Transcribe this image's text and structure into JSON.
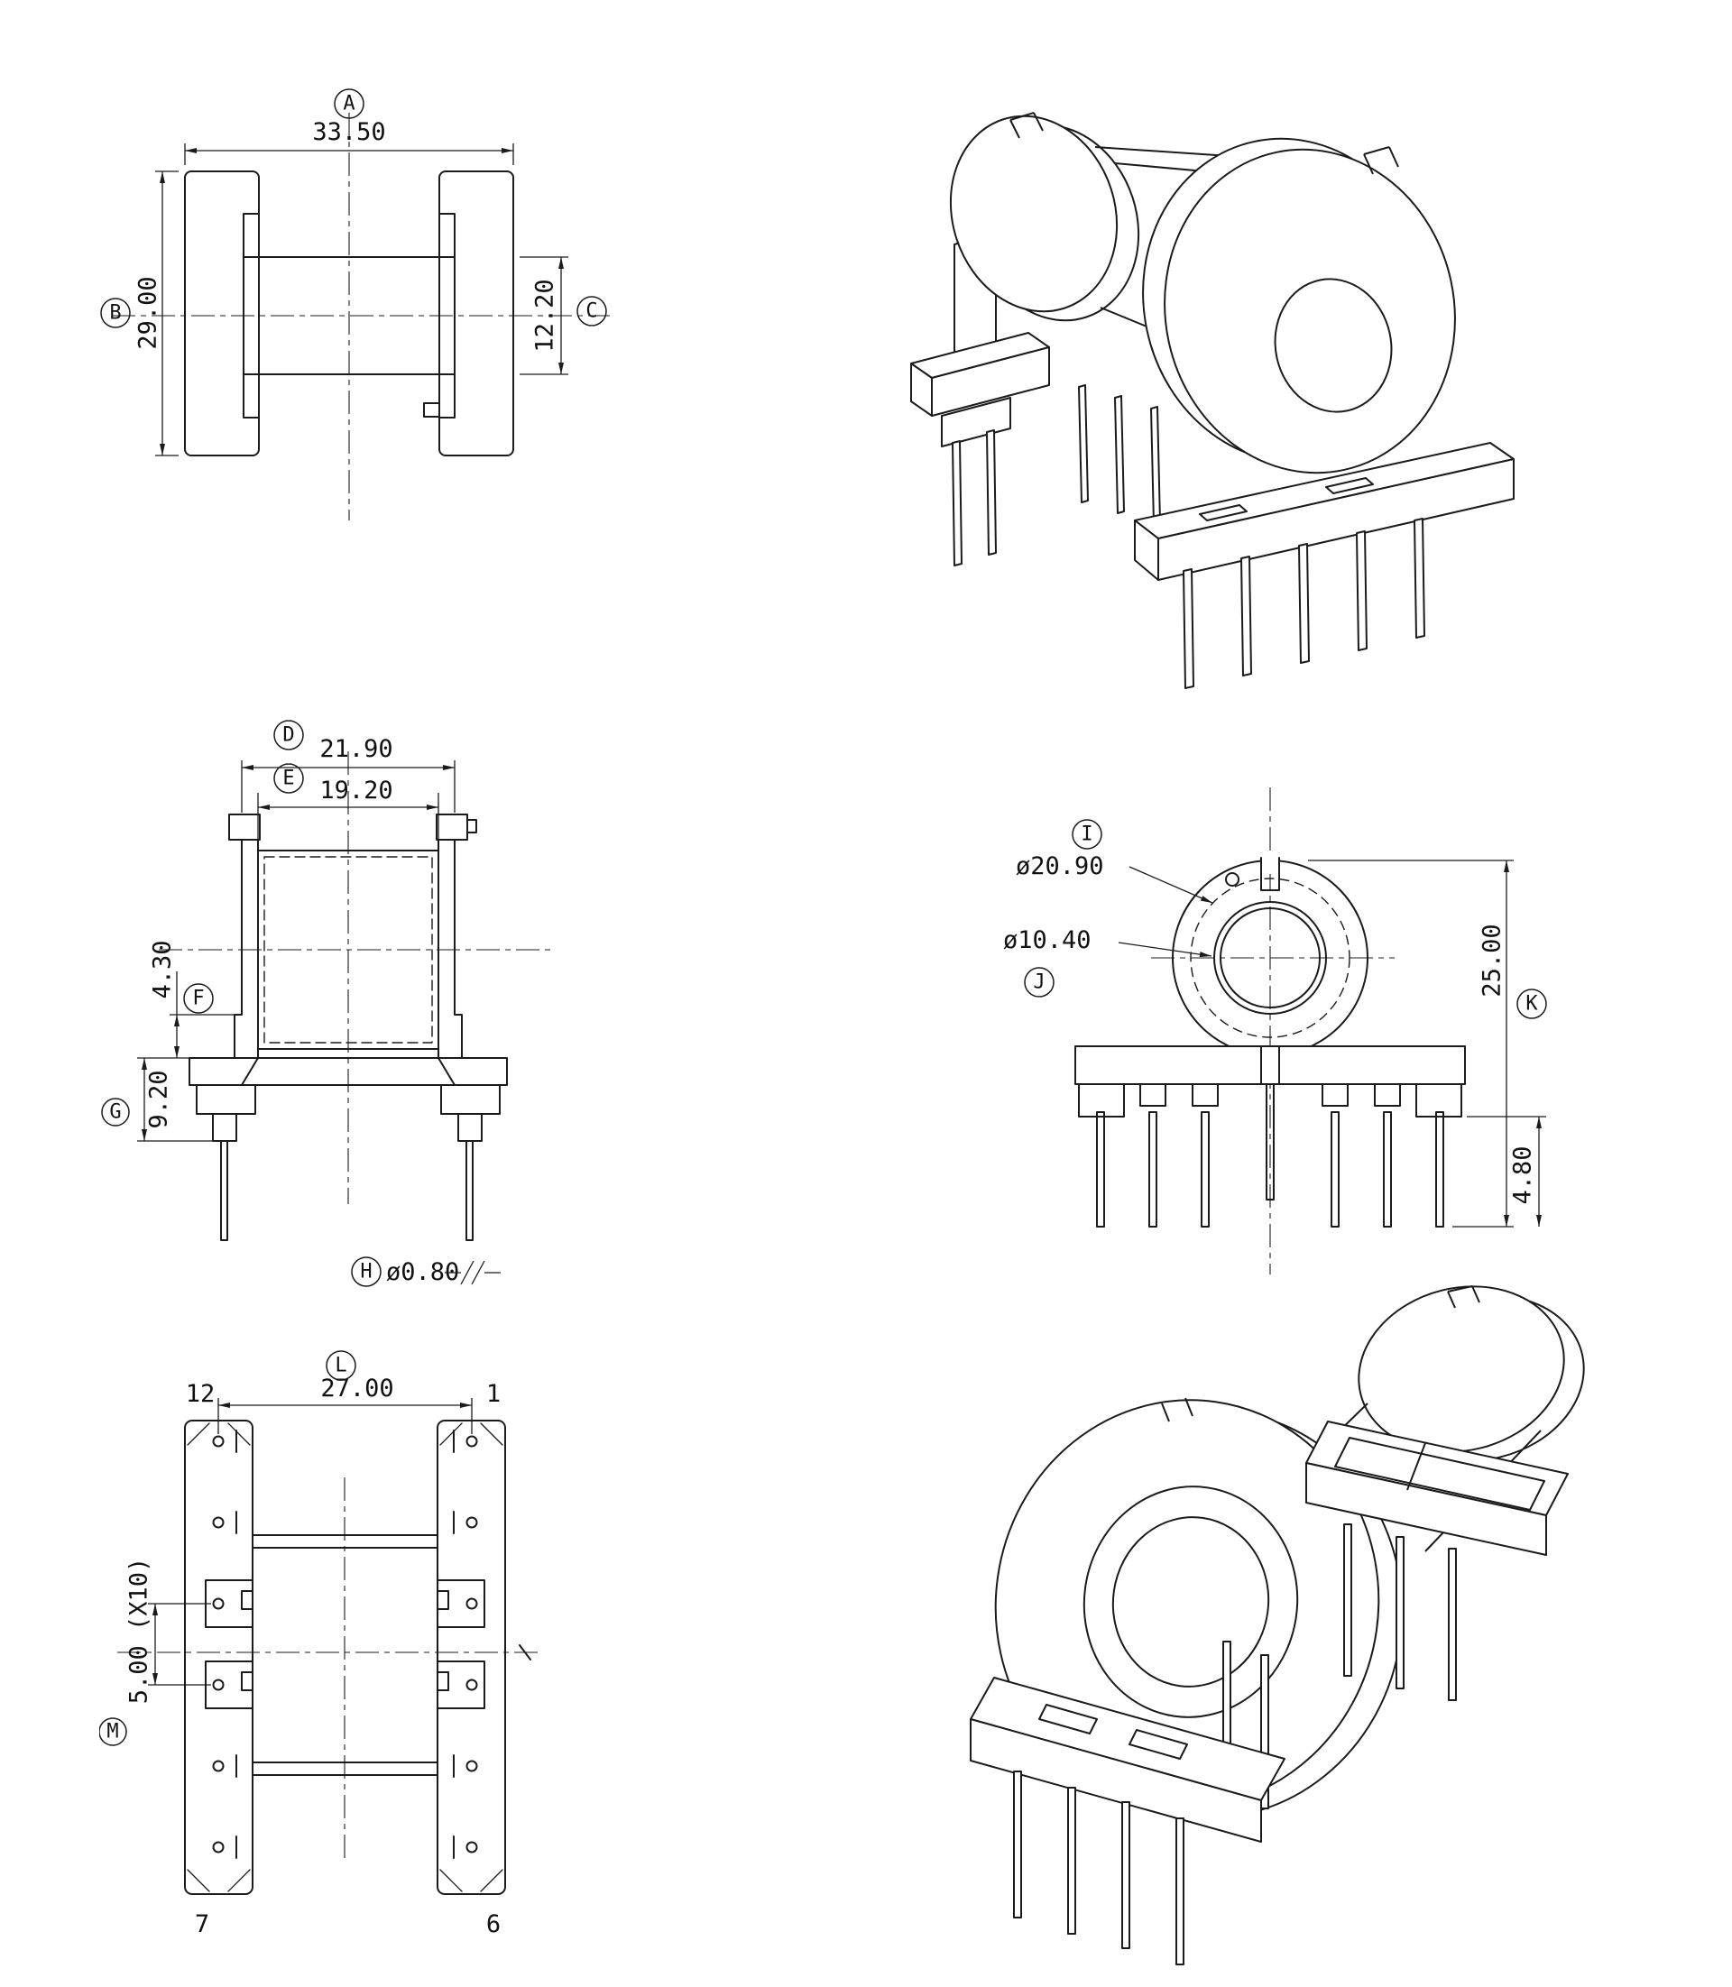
{
  "sheet": {
    "background": "#ffffff",
    "line_color": "#1b1b1b"
  },
  "front_view": {
    "name": "front-view",
    "dim_a": {
      "label": "A",
      "value": "33.50"
    },
    "dim_b": {
      "label": "B",
      "value": "29.00"
    },
    "dim_c": {
      "label": "C",
      "value": "12.20"
    }
  },
  "side_view": {
    "name": "side-view",
    "dim_d": {
      "label": "D",
      "value": "21.90"
    },
    "dim_e": {
      "label": "E",
      "value": "19.20"
    },
    "dim_f": {
      "label": "F",
      "value": "4.30"
    },
    "dim_g": {
      "label": "G",
      "value": "9.20"
    },
    "dim_h": {
      "label": "H",
      "value": "ø0.80"
    }
  },
  "end_view": {
    "name": "end-view",
    "dim_i": {
      "label": "I",
      "value": "ø20.90"
    },
    "dim_j": {
      "label": "J",
      "value": "ø10.40"
    },
    "dim_k": {
      "label": "K",
      "value": "25.00"
    },
    "dim_pin_length": {
      "value": "4.80"
    }
  },
  "bottom_view": {
    "name": "bottom-view",
    "dim_l": {
      "label": "L",
      "value": "27.00"
    },
    "dim_m": {
      "label": "M",
      "value": "5.00 (X10)"
    },
    "pin_labels": {
      "top_left": "12",
      "top_right": "1",
      "bottom_left": "7",
      "bottom_right": "6"
    }
  }
}
